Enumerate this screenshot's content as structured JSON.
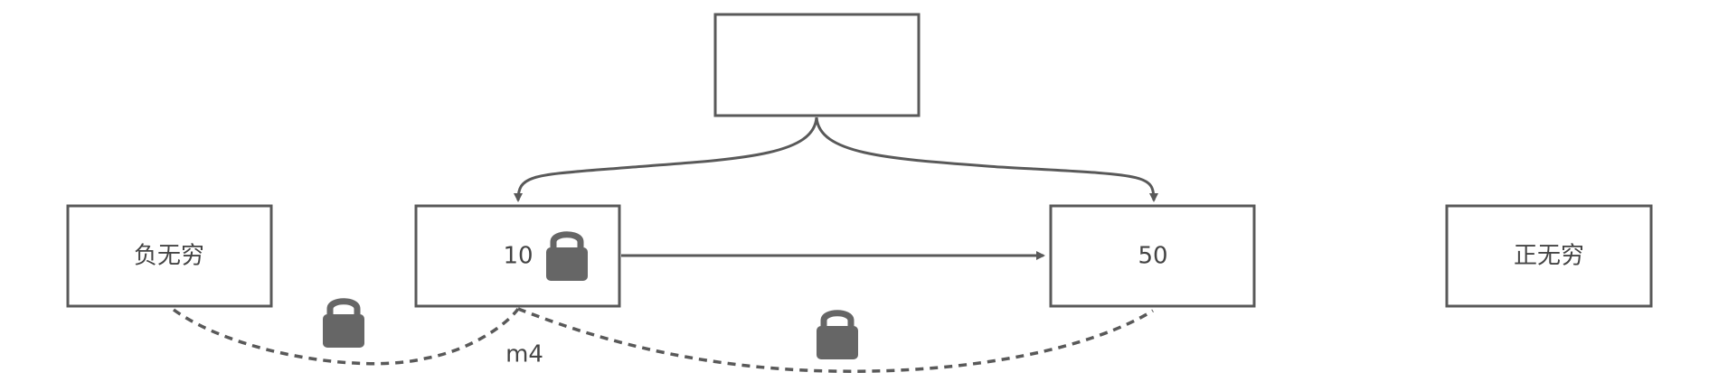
{
  "nodes": {
    "top": {
      "label": ""
    },
    "negative_infinity": {
      "label": "负无穷"
    },
    "value_10": {
      "label": "10"
    },
    "value_50": {
      "label": "50"
    },
    "positive_infinity": {
      "label": "正无穷"
    }
  },
  "gap_label": "m4",
  "icons": {
    "lock_on_10": "lock-icon",
    "lock_gap_left": "lock-icon",
    "lock_gap_right": "lock-icon"
  },
  "colors": {
    "stroke": "#595959",
    "lock": "#666666",
    "text": "#444444"
  }
}
